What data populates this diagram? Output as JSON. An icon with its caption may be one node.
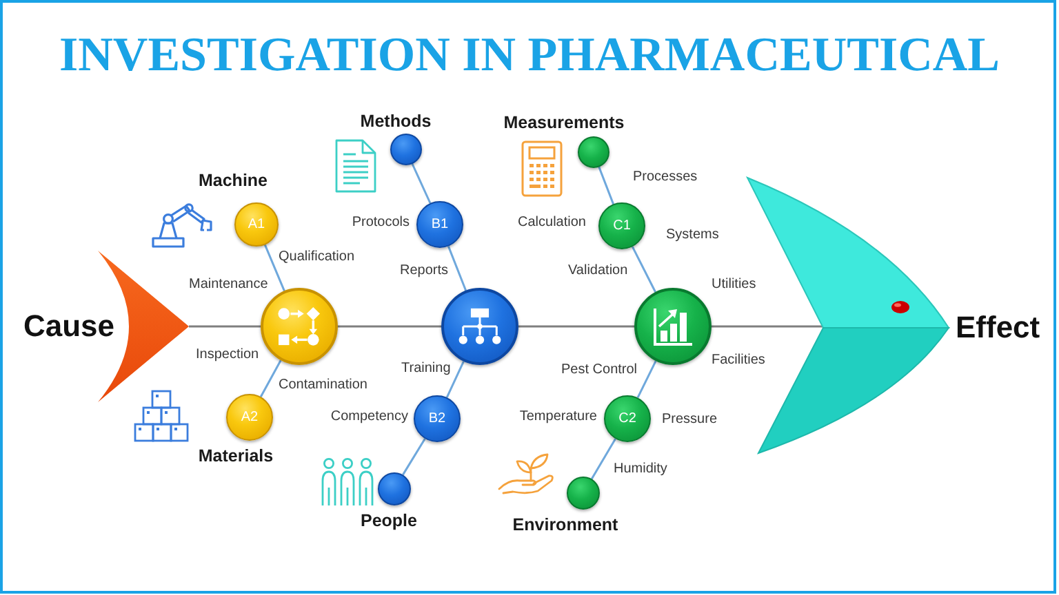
{
  "diagram": {
    "title": "INVESTIGATION IN PHARMACEUTICAL",
    "nodes": [
      {
        "text": [
          "Cause"
        ]
      },
      {
        "text": [
          "A1"
        ],
        "beside": [
          "Machine"
        ]
      },
      {
        "text": [],
        "shape": "circle"
      },
      {
        "text": [
          "A2"
        ],
        "beside": [
          "Materials"
        ]
      },
      {
        "text": [],
        "shape": "circle",
        "beside": [
          "Methods"
        ]
      },
      {
        "text": [
          "B1"
        ],
        "beside": [
          "Protocols"
        ]
      },
      {
        "text": [],
        "shape": "circle"
      },
      {
        "text": [
          "B2"
        ],
        "beside": [
          "Competency"
        ]
      },
      {
        "text": [],
        "shape": "circle",
        "beside": [
          "People"
        ]
      },
      {
        "text": [],
        "shape": "circle",
        "beside": [
          "Measurements"
        ]
      },
      {
        "text": [
          "C1"
        ],
        "beside": [
          "Calculation"
        ]
      },
      {
        "text": [],
        "shape": "circle"
      },
      {
        "text": [
          "C2"
        ],
        "beside": [
          "Temperature",
          "Pressure"
        ]
      },
      {
        "text": [],
        "shape": "circle",
        "beside": [
          "Environment"
        ]
      },
      {
        "text": [
          "Effect"
        ]
      }
    ],
    "edges": [
      {
        "from": 0,
        "to": 2,
        "arrow": "none",
        "color": "#7f7f7f"
      },
      {
        "from": 1,
        "to": 2,
        "arrow": "none"
      },
      {
        "from": 3,
        "to": 2,
        "arrow": "none"
      },
      {
        "from": 2,
        "to": 6,
        "arrow": "none",
        "color": "#7f7f7f"
      },
      {
        "from": 4,
        "to": 5,
        "arrow": "none"
      },
      {
        "from": 5,
        "to": 6,
        "arrow": "none"
      },
      {
        "from": 7,
        "to": 6,
        "arrow": "none"
      },
      {
        "from": 8,
        "to": 7,
        "arrow": "none"
      },
      {
        "from": 6,
        "to": 11,
        "arrow": "none",
        "color": "#7f7f7f"
      },
      {
        "from": 9,
        "to": 10,
        "arrow": "none"
      },
      {
        "from": 10,
        "to": 11,
        "arrow": "none"
      },
      {
        "from": 12,
        "to": 11,
        "arrow": "none"
      },
      {
        "from": 13,
        "to": 12,
        "arrow": "none"
      },
      {
        "from": 11,
        "to": 14,
        "arrow": "none",
        "color": "#7f7f7f"
      }
    ],
    "labels": [
      "Processes",
      "Systems",
      "Qualification",
      "Reports",
      "Validation",
      "Maintenance",
      "Utilities",
      "Inspection",
      "Facilities",
      "Training",
      "Pest Control",
      "Contamination",
      "Humidity"
    ]
  }
}
